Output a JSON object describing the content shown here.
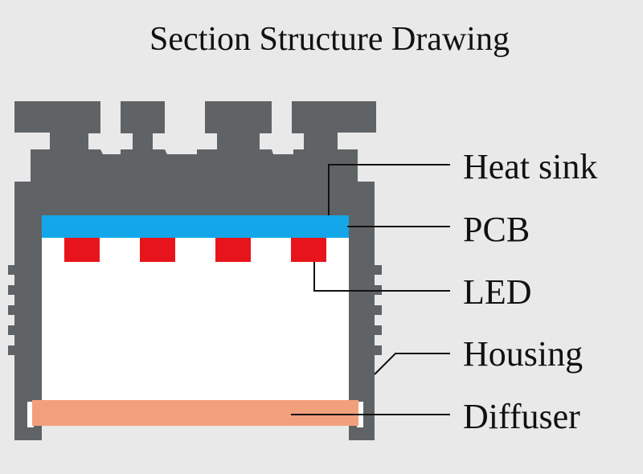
{
  "title": "Section Structure Drawing",
  "labels": {
    "heat_sink": "Heat sink",
    "pcb": "PCB",
    "led": "LED",
    "housing": "Housing",
    "diffuser": "Diffuser"
  },
  "colors": {
    "background": "#e9e9e9",
    "housing": "#606366",
    "pcb": "#13a7ea",
    "led": "#e8141c",
    "diffuser": "#f2a07c",
    "interior": "#ffffff",
    "leader": "#111111"
  },
  "led_count": 4
}
